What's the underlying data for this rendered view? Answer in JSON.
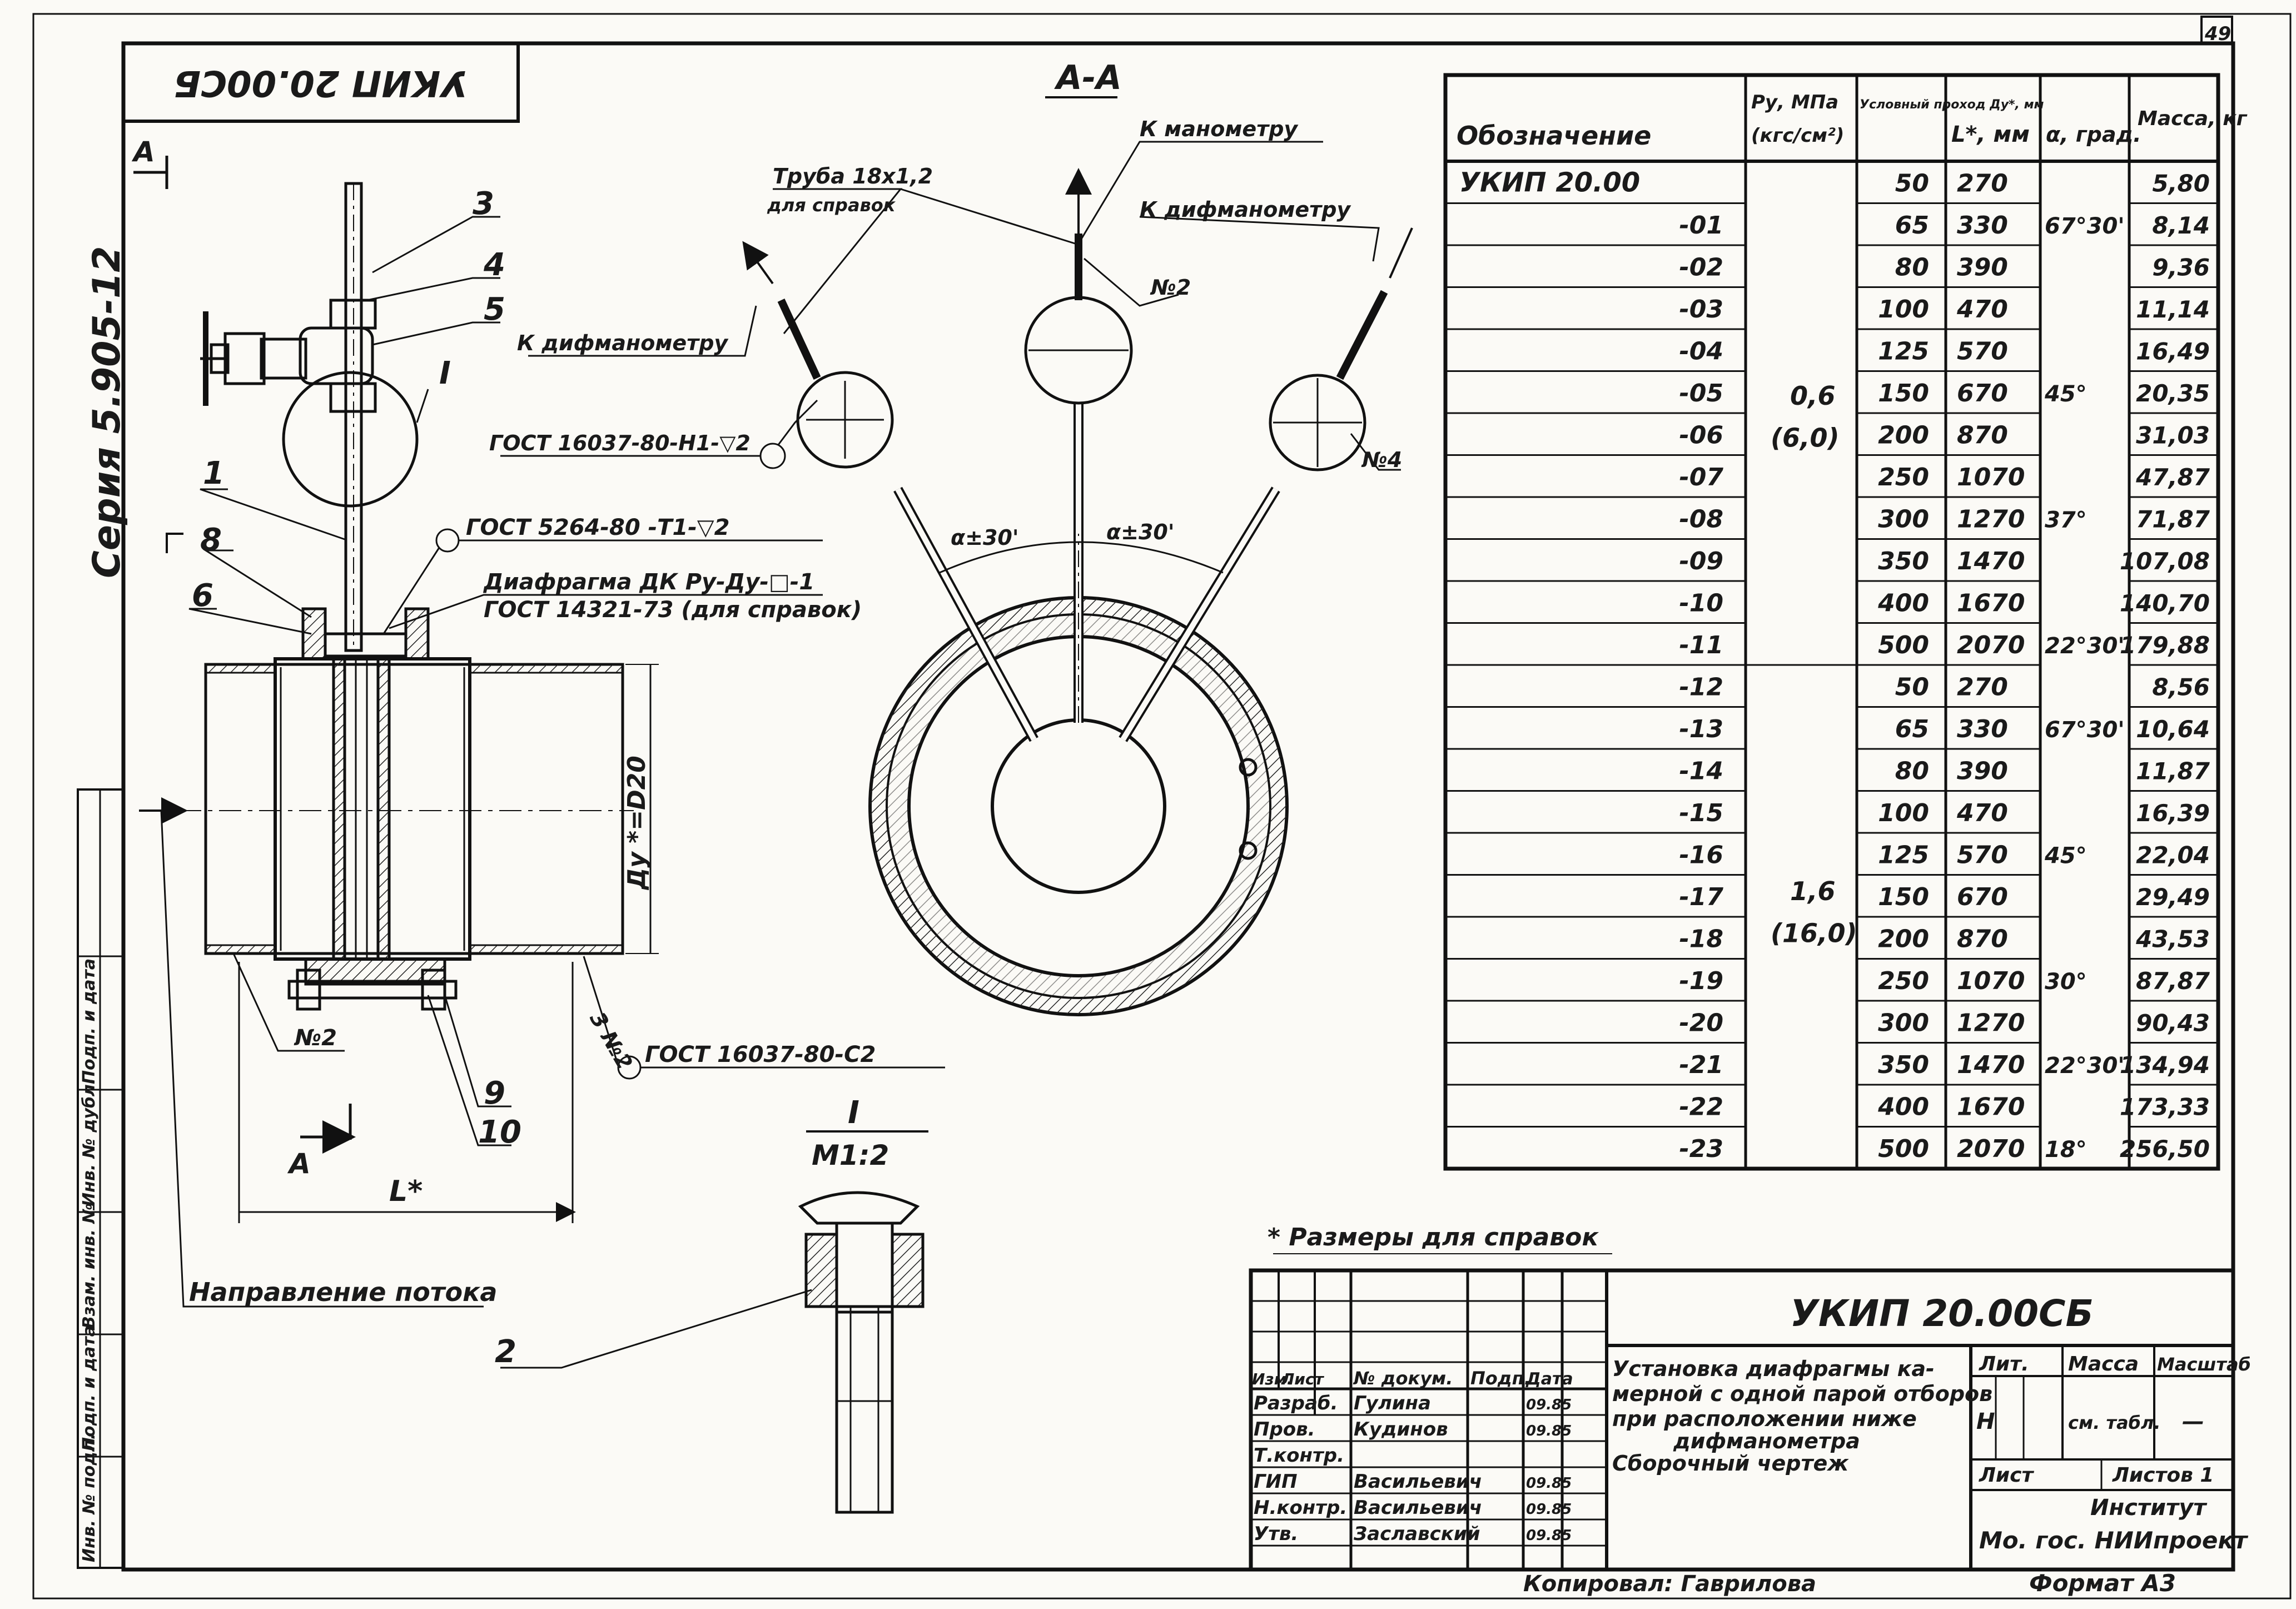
{
  "sheet_number": "49",
  "mirrored_code": "УКИП 20.00СБ",
  "series": "Серия 5.905-12",
  "section_label": "А-А",
  "view_arrow_label": "А",
  "detail_label": "I",
  "detail_scale": "М1:2",
  "parts": [
    "1",
    "2",
    "3",
    "4",
    "5",
    "6",
    "8",
    "9",
    "10"
  ],
  "nodes": {
    "n2_left": "№2",
    "n2_center": "№2",
    "n4": "№4",
    "n2_right": "3 №2"
  },
  "labels": {
    "tube": "Труба 18х1,2",
    "tube_note": "для справок",
    "to_manometer": "К манометру",
    "to_difmanometer_right": "К дифманометру",
    "to_difmanometer_left": "К дифманометру",
    "gost_16037_h1": "ГОСТ 16037-80-Н1-▽2",
    "gost_5264": "ГОСТ 5264-80 -Т1-▽2",
    "diaphragm": "Диафрагма ДК Ру-Ду-□-1",
    "gost_14321": "ГОСТ 14321-73 (для справок)",
    "gost_16037_c2": "ГОСТ 16037-80-С2",
    "flow_direction": "Направление потока",
    "dy_label": "Ду *=D20",
    "length_label": "L*",
    "angle_left": "α±30'",
    "angle_right": "α±30'",
    "footnote": "* Размеры для справок"
  },
  "side_stamp": [
    "Инв. № подл.",
    "Подп. и дата",
    "Взам. инв. №",
    "Инв. № дубл.",
    "Подп. и дата"
  ],
  "table": {
    "headers": [
      "Обозначение",
      "Ру, МПа (кгс/см²)",
      "Условный проход Ду*, мм",
      "L*, мм",
      "α, град.",
      "Масса, кг"
    ],
    "pressure_groups": [
      {
        "line1": "0,6",
        "line2": "(6,0)"
      },
      {
        "line1": "1,6",
        "line2": "(16,0)"
      }
    ],
    "rows": [
      [
        "УКИП 20.00",
        "50",
        "270",
        "",
        "5,80"
      ],
      [
        "-01",
        "65",
        "330",
        "67°30'",
        "8,14"
      ],
      [
        "-02",
        "80",
        "390",
        "",
        "9,36"
      ],
      [
        "-03",
        "100",
        "470",
        "",
        "11,14"
      ],
      [
        "-04",
        "125",
        "570",
        "",
        "16,49"
      ],
      [
        "-05",
        "150",
        "670",
        "45°",
        "20,35"
      ],
      [
        "-06",
        "200",
        "870",
        "",
        "31,03"
      ],
      [
        "-07",
        "250",
        "1070",
        "",
        "47,87"
      ],
      [
        "-08",
        "300",
        "1270",
        "37°",
        "71,87"
      ],
      [
        "-09",
        "350",
        "1470",
        "",
        "107,08"
      ],
      [
        "-10",
        "400",
        "1670",
        "",
        "140,70"
      ],
      [
        "-11",
        "500",
        "2070",
        "22°30'",
        "179,88"
      ],
      [
        "-12",
        "50",
        "270",
        "",
        "8,56"
      ],
      [
        "-13",
        "65",
        "330",
        "67°30'",
        "10,64"
      ],
      [
        "-14",
        "80",
        "390",
        "",
        "11,87"
      ],
      [
        "-15",
        "100",
        "470",
        "",
        "16,39"
      ],
      [
        "-16",
        "125",
        "570",
        "45°",
        "22,04"
      ],
      [
        "-17",
        "150",
        "670",
        "",
        "29,49"
      ],
      [
        "-18",
        "200",
        "870",
        "",
        "43,53"
      ],
      [
        "-19",
        "250",
        "1070",
        "30°",
        "87,87"
      ],
      [
        "-20",
        "300",
        "1270",
        "",
        "90,43"
      ],
      [
        "-21",
        "350",
        "1470",
        "22°30'",
        "134,94"
      ],
      [
        "-22",
        "400",
        "1670",
        "",
        "173,33"
      ],
      [
        "-23",
        "500",
        "2070",
        "18°",
        "256,50"
      ]
    ]
  },
  "title_block": {
    "code": "УКИП 20.00СБ",
    "name_lines": [
      "Установка диафрагмы ка-",
      "мерной с одной парой отборов",
      "при расположении ниже",
      "дифманометра",
      "Сборочный чертеж"
    ],
    "col_heads": [
      "Изм.",
      "Лист",
      "№ докум.",
      "Подп.",
      "Дата"
    ],
    "staff": [
      {
        "role": "Разраб.",
        "name": "Гулина",
        "date": "09.85"
      },
      {
        "role": "Пров.",
        "name": "Кудинов",
        "date": "09.85"
      },
      {
        "role": "Т.контр.",
        "name": "",
        "date": ""
      },
      {
        "role": "ГИП",
        "name": "Васильевич",
        "date": "09.85"
      },
      {
        "role": "Н.контр.",
        "name": "Васильевич",
        "date": "09.85"
      },
      {
        "role": "Утв.",
        "name": "Заславский",
        "date": "09.85"
      }
    ],
    "lit_label": "Лит.",
    "mass_label": "Масса",
    "scale_label": "Масштаб",
    "lit_value": "Н",
    "mass_value": "см. табл.",
    "scale_value": "—",
    "sheet_label": "Лист",
    "sheets_label": "Листов 1",
    "org_line1": "Институт",
    "org_line2": "Мо. гос. НИИпроект"
  },
  "copied_by": "Копировал: Гаврилова",
  "format": "Формат А3"
}
